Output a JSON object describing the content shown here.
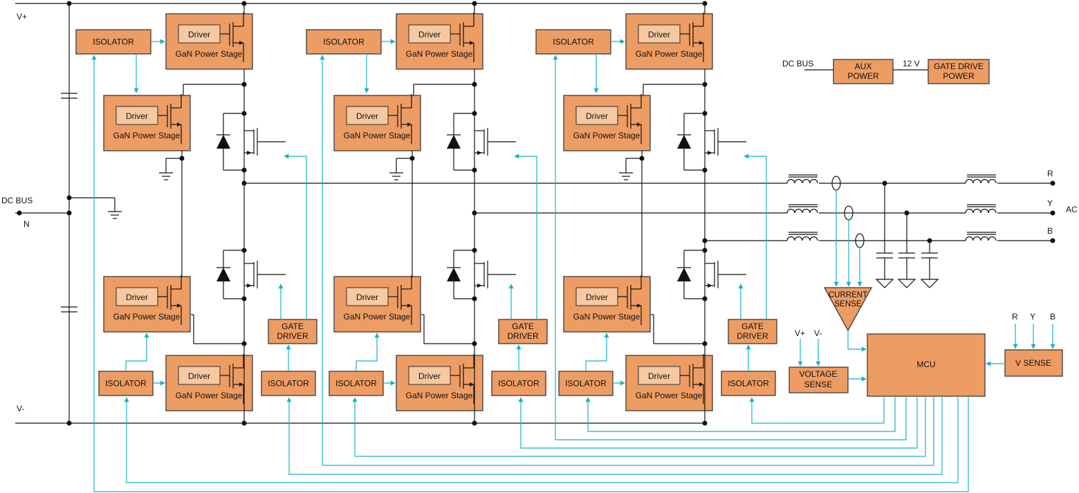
{
  "rails": {
    "vplus": "V+",
    "vminus": "V-",
    "dcbus": "DC BUS",
    "neutral": "N"
  },
  "phases": [
    {
      "iso_top": "ISOLATOR",
      "iso_bottom": "ISOLATOR",
      "iso_gate": "ISOLATOR",
      "gate_driver_line1": "GATE",
      "gate_driver_line2": "DRIVER",
      "stages": [
        {
          "driver": "Driver",
          "caption": "GaN Power Stage"
        },
        {
          "driver": "Driver",
          "caption": "GaN Power Stage"
        },
        {
          "driver": "Driver",
          "caption": "GaN Power Stage"
        },
        {
          "driver": "Driver",
          "caption": "GaN Power Stage"
        }
      ]
    },
    {
      "iso_top": "ISOLATOR",
      "iso_bottom": "ISOLATOR",
      "iso_gate": "ISOLATOR",
      "gate_driver_line1": "GATE",
      "gate_driver_line2": "DRIVER",
      "stages": [
        {
          "driver": "Driver",
          "caption": "GaN Power Stage"
        },
        {
          "driver": "Driver",
          "caption": "GaN Power Stage"
        },
        {
          "driver": "Driver",
          "caption": "GaN Power Stage"
        },
        {
          "driver": "Driver",
          "caption": "GaN Power Stage"
        }
      ]
    },
    {
      "iso_top": "ISOLATOR",
      "iso_bottom": "ISOLATOR",
      "iso_gate": "ISOLATOR",
      "gate_driver_line1": "GATE",
      "gate_driver_line2": "DRIVER",
      "stages": [
        {
          "driver": "Driver",
          "caption": "GaN Power Stage"
        },
        {
          "driver": "Driver",
          "caption": "GaN Power Stage"
        },
        {
          "driver": "Driver",
          "caption": "GaN Power Stage"
        },
        {
          "driver": "Driver",
          "caption": "GaN Power Stage"
        }
      ]
    }
  ],
  "aux": {
    "dcbus": "DC BUS",
    "aux_power_line1": "AUX",
    "aux_power_line2": "POWER",
    "voltage": "12 V",
    "gate_drive_power_line1": "GATE DRIVE",
    "gate_drive_power_line2": "POWER"
  },
  "outputs": {
    "r": "R",
    "y": "Y",
    "b": "B",
    "ac": "AC"
  },
  "current_sense_line1": "CURRENT",
  "current_sense_line2": "SENSE",
  "voltage_sense": {
    "vplus": "V+",
    "vminus": "V-",
    "line1": "VOLTAGE",
    "line2": "SENSE"
  },
  "mcu": "MCU",
  "v_sense": {
    "label": "V SENSE",
    "r": "R",
    "y": "Y",
    "b": "B"
  },
  "colors": {
    "block_fill": "#ed9c63",
    "driver_fill": "#f7c9a1",
    "signal": "#18b2c8",
    "wire": "#111111"
  }
}
